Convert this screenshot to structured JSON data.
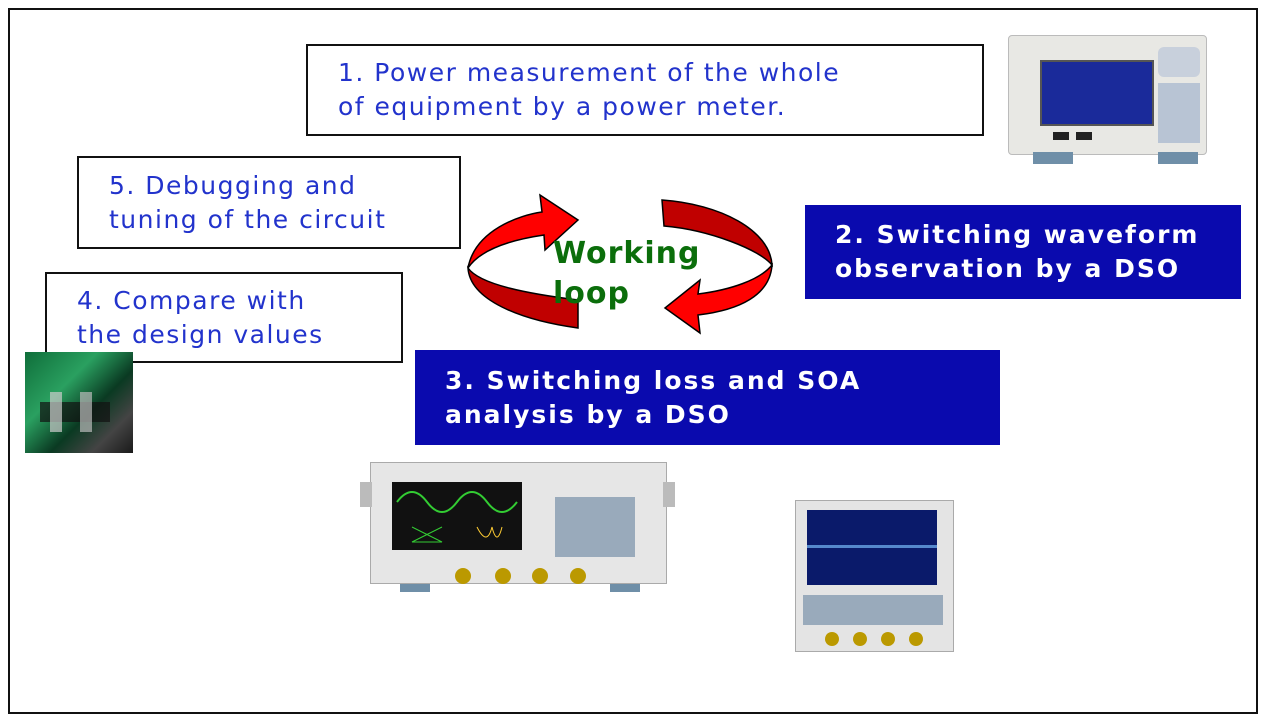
{
  "steps": [
    {
      "lines": [
        "1. Power measurement of the whole",
        "of equipment by a power meter."
      ]
    },
    {
      "lines": [
        "2. Switching waveform",
        "observation by a DSO"
      ]
    },
    {
      "lines": [
        "3. Switching loss and SOA",
        "analysis by a DSO"
      ]
    },
    {
      "lines": [
        "4. Compare with",
        "the design values"
      ]
    },
    {
      "lines": [
        "5. Debugging and",
        "tuning of the circuit"
      ]
    }
  ],
  "loop": {
    "line1": "Working",
    "line2": "loop"
  },
  "colors": {
    "box_blue": "#0a0aae",
    "text_blue": "#2233cc",
    "arrow_red": "#ff0000",
    "arrow_dark": "#c00000",
    "loop_green": "#0b6e0b"
  }
}
